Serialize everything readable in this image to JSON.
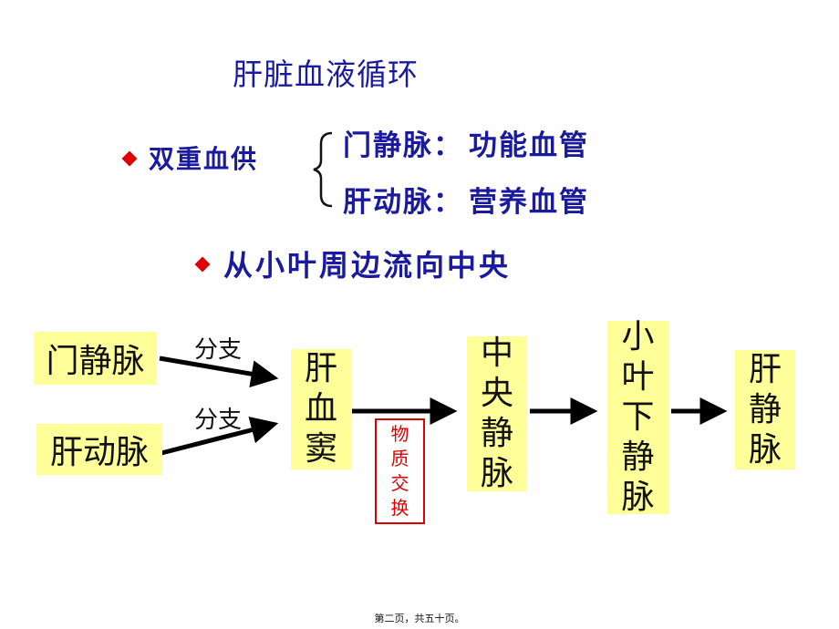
{
  "title": "肝脏血液循环",
  "dual_supply": {
    "label": "双重血供",
    "branches": [
      {
        "name": "门静脉",
        "sep": "：",
        "role": "功能血管"
      },
      {
        "name": "肝动脉",
        "sep": "：",
        "role": "营养血管"
      }
    ]
  },
  "flow_heading": "从小叶周边流向中央",
  "diagram": {
    "sources": [
      "门静脉",
      "肝动脉"
    ],
    "branch_labels": [
      "分支",
      "分支"
    ],
    "sinusoid": [
      "肝",
      "血",
      "窦"
    ],
    "exchange": [
      "物",
      "质",
      "交",
      "换"
    ],
    "central_vein": [
      "中",
      "央",
      "静",
      "脉"
    ],
    "sublobular_vein": [
      "小",
      "叶",
      "下",
      "静",
      "脉"
    ],
    "hepatic_vein": [
      "肝",
      "静",
      "脉"
    ]
  },
  "colors": {
    "heading": "#1a1a9e",
    "bullet": "#e00000",
    "box": "#ffff99",
    "exchange": "#e00000"
  },
  "footer": "第二页，共五十页。"
}
